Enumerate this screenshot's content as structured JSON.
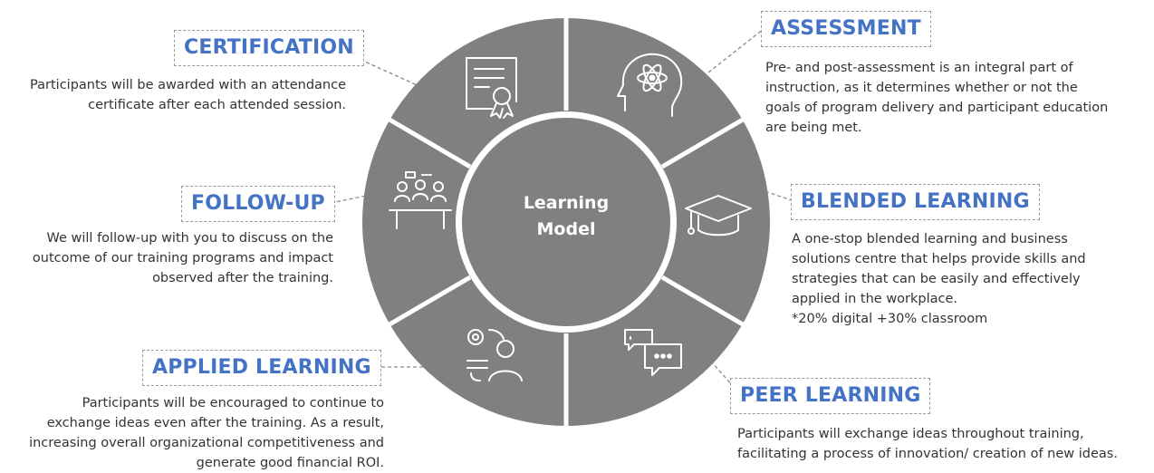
{
  "center": {
    "line1": "Learning",
    "line2": "Model"
  },
  "colors": {
    "segment": "#808080",
    "accent": "#4472c4",
    "text": "#333333",
    "divider": "#ffffff"
  },
  "segments": [
    {
      "id": "assessment",
      "label": "ASSESSMENT",
      "icon": "atom-head-icon",
      "lines": [
        "Pre- and post-assessment is an integral part of",
        "instruction, as it determines whether or not the",
        "goals of program delivery and participant education",
        "are being met."
      ]
    },
    {
      "id": "blended",
      "label": "BLENDED LEARNING",
      "icon": "graduation-cap-icon",
      "lines": [
        "A one-stop blended learning and business",
        "solutions centre that helps provide skills and",
        "strategies that can be easily and effectively",
        "applied in the workplace.",
        "*20% digital +30% classroom"
      ]
    },
    {
      "id": "peer",
      "label": "PEER LEARNING",
      "icon": "chat-bubbles-icon",
      "lines": [
        "Participants will exchange ideas throughout training,",
        "facilitating a process of innovation/ creation of new ideas."
      ]
    },
    {
      "id": "applied",
      "label": "APPLIED LEARNING",
      "icon": "gear-person-icon",
      "lines": [
        "Participants will be encouraged to continue to",
        "exchange ideas even after the training. As a result,",
        "increasing overall organizational competitiveness and",
        "generate good financial ROI."
      ]
    },
    {
      "id": "followup",
      "label": "FOLLOW-UP",
      "icon": "meeting-table-icon",
      "lines": [
        "We will follow-up with you to discuss on the",
        "outcome of our training programs and impact",
        "observed after the training."
      ]
    },
    {
      "id": "certification",
      "label": "CERTIFICATION",
      "icon": "certificate-icon",
      "lines": [
        "Participants will be awarded with an attendance",
        "certificate after each attended session."
      ]
    }
  ]
}
